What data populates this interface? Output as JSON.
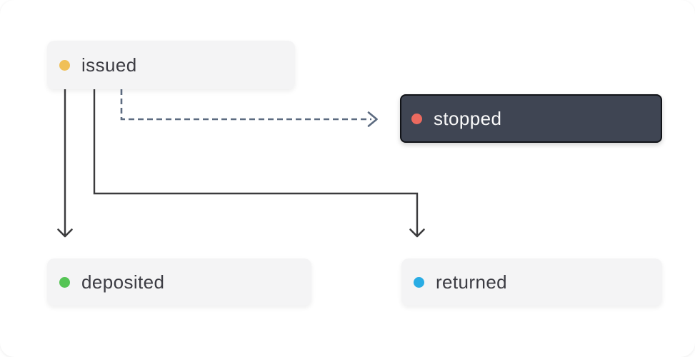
{
  "colors": {
    "canvas_bg": "#ffffff",
    "node_light_bg": "#f4f4f5",
    "node_dark_bg": "#3f4553",
    "node_dark_border": "#111318",
    "text_dark": "#3c3c43",
    "text_light": "#fafafa",
    "arrow_solid": "#3b3b3d",
    "arrow_dashed": "#5c6b80"
  },
  "nodes": {
    "issued": {
      "label": "issued",
      "dot_color": "#f0c057",
      "variant": "light"
    },
    "stopped": {
      "label": "stopped",
      "dot_color": "#ec6a5f",
      "variant": "dark"
    },
    "deposited": {
      "label": "deposited",
      "dot_color": "#55c455",
      "variant": "light"
    },
    "returned": {
      "label": "returned",
      "dot_color": "#29ace4",
      "variant": "light"
    }
  },
  "edges": [
    {
      "from": "issued",
      "to": "stopped",
      "style": "dashed"
    },
    {
      "from": "issued",
      "to": "deposited",
      "style": "solid"
    },
    {
      "from": "issued",
      "to": "returned",
      "style": "solid"
    }
  ]
}
